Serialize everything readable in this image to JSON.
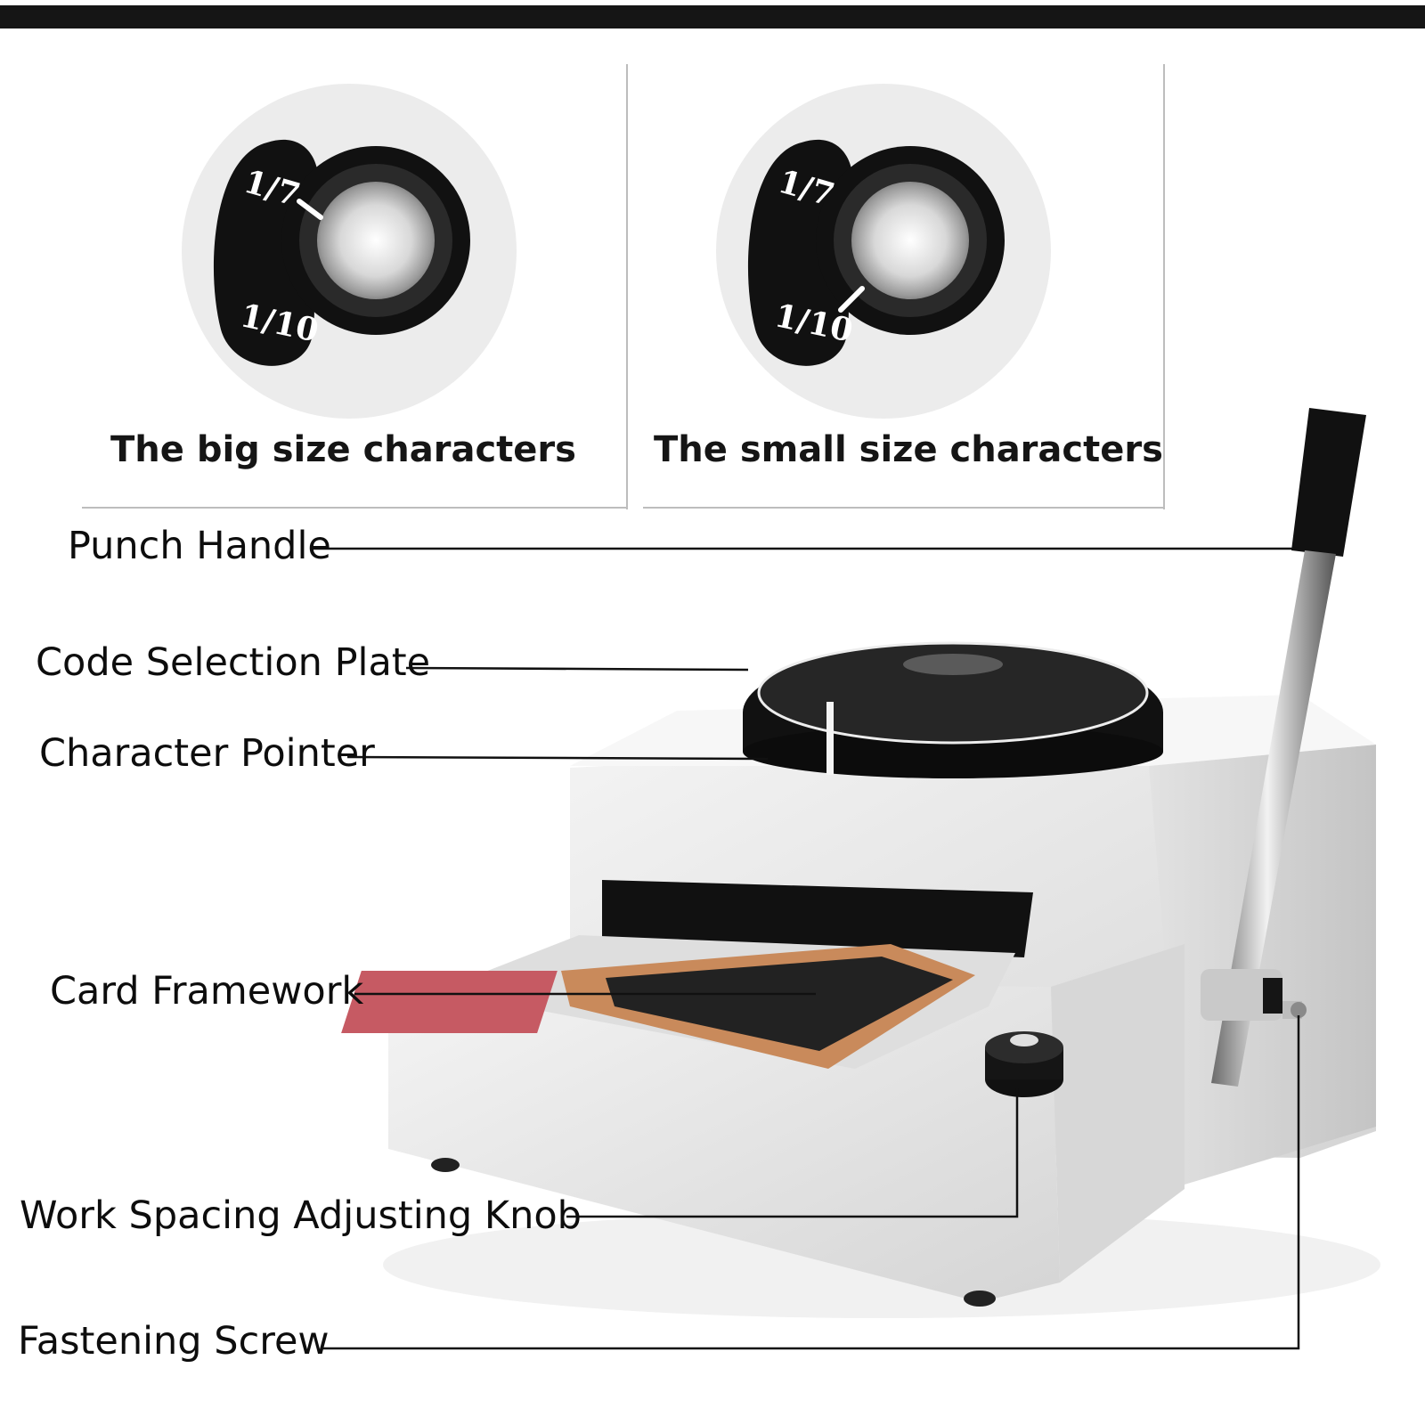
{
  "dial_panels": [
    {
      "caption": "The big size characters",
      "top_mark": "1/7",
      "bottom_mark": "1/10",
      "selected": "1/7"
    },
    {
      "caption": "The small size characters",
      "top_mark": "1/7",
      "bottom_mark": "1/10",
      "selected": "1/10"
    }
  ],
  "callouts": [
    {
      "label": "Punch Handle"
    },
    {
      "label": "Code Selection Plate"
    },
    {
      "label": "Character Pointer"
    },
    {
      "label": "Card Framework"
    },
    {
      "label": "Work Spacing Adjusting Knob"
    },
    {
      "label": "Fastening Screw"
    }
  ],
  "colors": {
    "frame_bar": "#151515",
    "machine_body": "#e6e6e6",
    "dial": "#1c1c1c",
    "leader_line": "#111111",
    "card": "#c65a63"
  }
}
